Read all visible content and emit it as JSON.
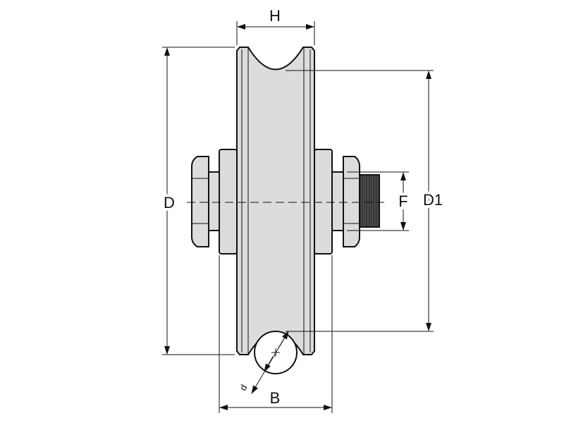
{
  "diagram": {
    "labels": {
      "H": "H",
      "D": "D",
      "D1": "D1",
      "F": "F",
      "B": "B",
      "d": "d"
    },
    "colors": {
      "part_fill": "#dcdcdc",
      "line": "#111111",
      "thread": "#333333"
    }
  }
}
